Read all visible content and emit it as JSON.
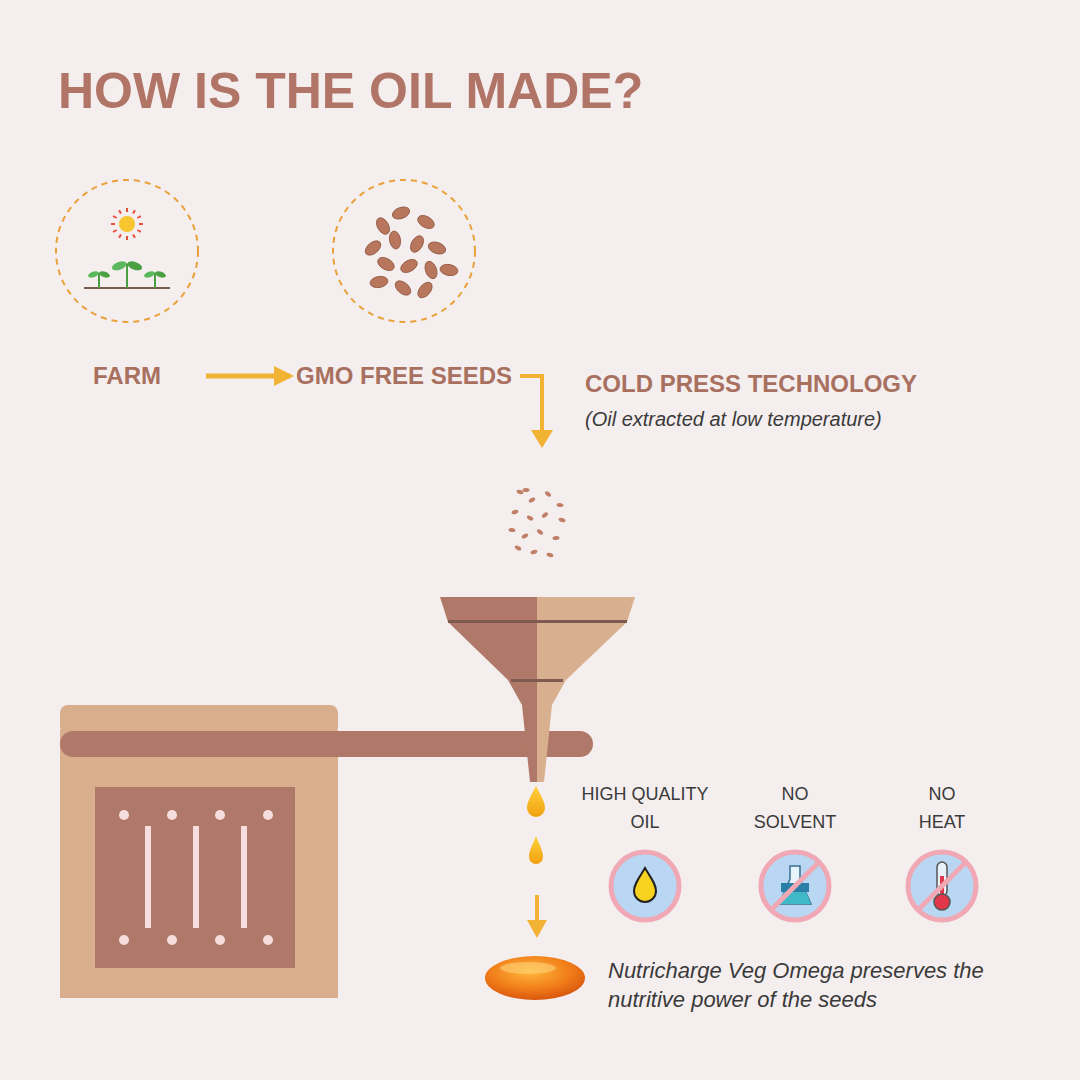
{
  "diagram": {
    "title": "HOW IS THE OIL MADE?",
    "nodes": [
      {
        "text": [
          "FARM"
        ]
      },
      {
        "text": [
          "GMO FREE SEEDS"
        ]
      },
      {
        "text": [
          "HIGH QUALITY OIL"
        ]
      },
      {
        "text": [
          "NO SOLVENT"
        ]
      },
      {
        "text": [
          "NO HEAT"
        ]
      }
    ],
    "edges": [
      {
        "from": 0,
        "to": 1,
        "arrow": "to"
      }
    ],
    "labels": [
      "COLD PRESS TECHNOLOGY",
      "(Oil extracted at low temperature)",
      "SOLVENT",
      "Nutricharge Veg Omega preserves the nutritive power of the seeds"
    ]
  }
}
